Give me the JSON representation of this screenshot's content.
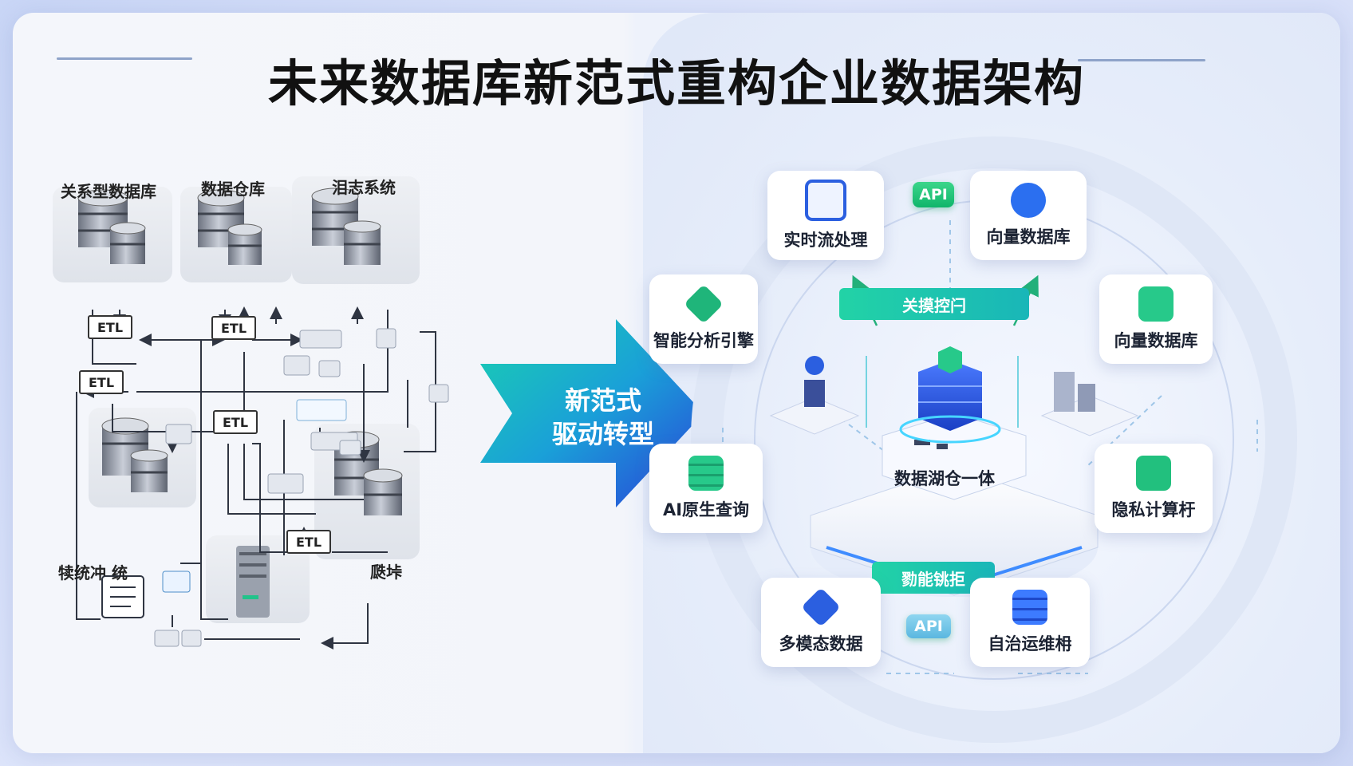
{
  "title": "未来数据库新范式重构企业数据架构",
  "legacy": {
    "sources": [
      "关系型数据库",
      "数据仓库",
      "泪志系统"
    ],
    "etl_label": "ETL",
    "bottom_left_label": "犊统冲 统",
    "bottom_right_label": "瓞垰"
  },
  "transform_arrow": {
    "line1": "新范式",
    "line2": "驱动转型"
  },
  "modern": {
    "center_label": "数据湖仓一体",
    "top_bar": "关摸控闩",
    "bottom_bar": "勠能铫拒",
    "api_label": "API",
    "nodes": {
      "realtime": "实时流处理",
      "vector_top": "向量数据库",
      "smart_engine": "智能分析引擎",
      "vector_right": "向量数据库",
      "ai_query": "AI原生查询",
      "privacy": "隐私计算杅",
      "multimodal": "多模态数据",
      "autonomous": "自治运维枏"
    }
  },
  "colors": {
    "accent_green": "#10b56b",
    "accent_teal": "#22d3a6",
    "accent_blue": "#2b5fe0",
    "arrow_start": "#19d0b0",
    "arrow_end": "#2a3fd8"
  }
}
